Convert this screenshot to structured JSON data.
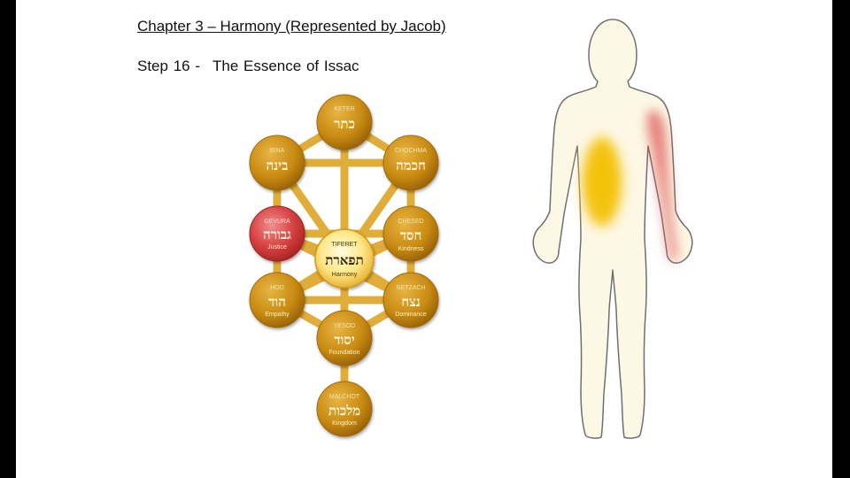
{
  "slide": {
    "chapter_title": "Chapter 3 – Harmony (Represented by Jacob)",
    "step_title_prefix": "Step 16 -",
    "step_title_text": "The Essence of Issac"
  },
  "tree_of_life": {
    "sefirot": [
      {
        "id": "keter",
        "name": "KETER",
        "hebrew": "כתר",
        "quality": ""
      },
      {
        "id": "bina",
        "name": "BINA",
        "hebrew": "בינה",
        "quality": ""
      },
      {
        "id": "chochma",
        "name": "CHOCHMA",
        "hebrew": "חכמה",
        "quality": ""
      },
      {
        "id": "gevura",
        "name": "GEVURA",
        "hebrew": "גבורה",
        "quality": "Justice",
        "highlight": "red"
      },
      {
        "id": "chesed",
        "name": "CHESED",
        "hebrew": "חסד",
        "quality": "Kindness"
      },
      {
        "id": "tiferet",
        "name": "TIFERET",
        "hebrew": "תפארת",
        "quality": "Harmony"
      },
      {
        "id": "hod",
        "name": "HOD",
        "hebrew": "הוד",
        "quality": "Empathy"
      },
      {
        "id": "netzach",
        "name": "NETZACH",
        "hebrew": "נצח",
        "quality": "Dominance"
      },
      {
        "id": "yesod",
        "name": "YESOD",
        "hebrew": "יסוד",
        "quality": "Foundation"
      },
      {
        "id": "malchut",
        "name": "MALCHOT",
        "hebrew": "מלכות",
        "quality": "Kingdom"
      }
    ]
  },
  "colors": {
    "sefirah_gold": "#c98c12",
    "path_gold": "#e0ad3a",
    "gevura_red": "#d83a3a",
    "tiferet_center": "#fff3b0",
    "body_fill": "#fdf8e6",
    "torso_glow": "#f5c400",
    "arm_glow": "#e05050"
  }
}
